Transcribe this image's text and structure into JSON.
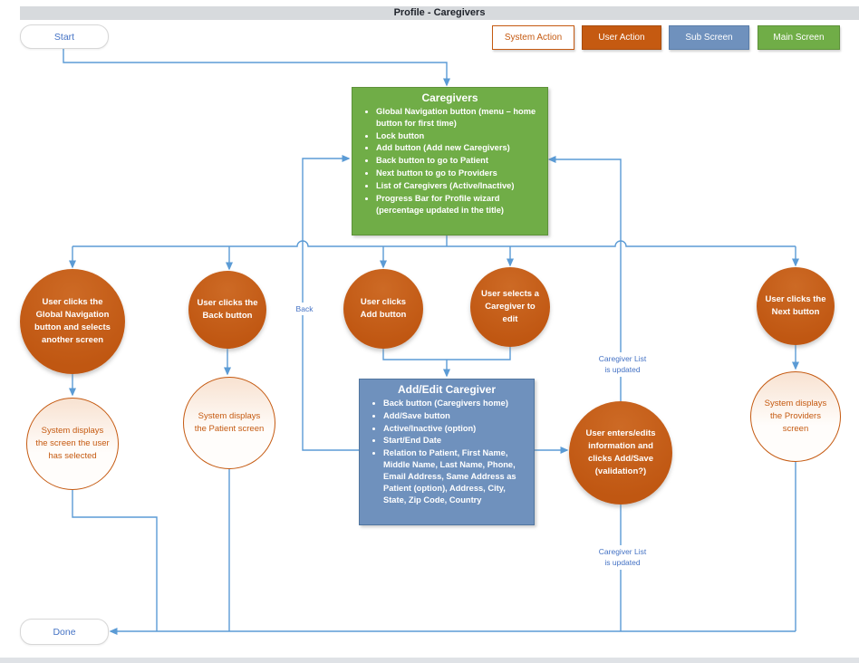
{
  "title": "Profile - Caregivers",
  "colors": {
    "user_action_orange": "#C55A11",
    "sub_screen_blue": "#6f91bd",
    "main_screen_green": "#70AD47",
    "connector_blue": "#5B9BD5",
    "edge_label_blue": "#4472C4",
    "titlebar_gray": "#d7dadd"
  },
  "terminals": {
    "start": "Start",
    "done": "Done"
  },
  "legend": [
    {
      "label": "System Action"
    },
    {
      "label": "User Action"
    },
    {
      "label": "Sub Screen"
    },
    {
      "label": "Main Screen"
    }
  ],
  "caregivers_box": {
    "title": "Caregivers",
    "items": [
      "Global Navigation button (menu – home button for first time)",
      "Lock button",
      "Add button (Add new Caregivers)",
      "Back button to go to Patient",
      "Next button to go to Providers",
      "List of Caregivers (Active/Inactive)",
      "Progress Bar for Profile wizard (percentage updated in the title)"
    ]
  },
  "add_edit_box": {
    "title": "Add/Edit Caregiver",
    "items": [
      "Back button (Caregivers home)",
      "Add/Save button",
      "Active/Inactive (option)",
      "Start/End Date",
      "Relation to Patient, First Name, Middle Name, Last Name, Phone, Email Address, Same Address as Patient (option), Address, City, State, Zip Code, Country"
    ]
  },
  "circles": {
    "global_nav": "User clicks the Global Navigation button and selects another screen",
    "back": "User clicks the Back button",
    "add": "User clicks Add button",
    "edit": "User selects a Caregiver to edit",
    "next": "User clicks the Next button",
    "sys_selected": "System displays the screen the user has selected",
    "sys_patient": "System displays the Patient screen",
    "sys_providers": "System displays the Providers screen",
    "enters": "User enters/edits information and clicks Add/Save (validation?)"
  },
  "edge_labels": {
    "back": "Back",
    "list_updated_top": "Caregiver List\nis updated",
    "list_updated_bottom": "Caregiver List\nis updated"
  }
}
